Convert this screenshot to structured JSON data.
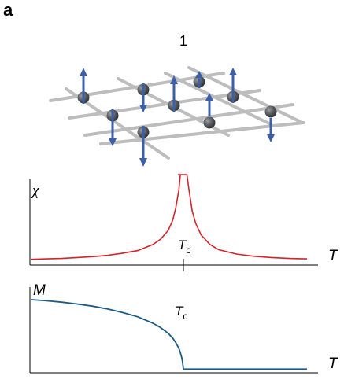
{
  "panel_label": "a",
  "lattice": {
    "label": "1"
  },
  "chart_data": [
    {
      "type": "line",
      "title": "",
      "ylabel": "χ",
      "xlabel": "T",
      "annotation": {
        "main": "T",
        "sub": "c"
      },
      "tick_marks": [
        "Tc"
      ],
      "description_of_curve": "divergent peak at Tc",
      "series": [
        {
          "color": "#d4242b",
          "x": [
            0.0,
            0.1,
            0.2,
            0.3,
            0.4,
            0.5,
            0.6,
            0.7,
            0.8,
            0.85,
            0.9,
            0.93,
            0.95,
            0.97,
            0.98,
            0.99,
            0.995,
            1.0,
            1.005,
            1.01,
            1.02,
            1.03,
            1.05,
            1.07,
            1.1,
            1.15,
            1.2,
            1.3,
            1.4,
            1.5,
            1.6,
            1.7
          ],
          "y": [
            0.03,
            0.035,
            0.04,
            0.05,
            0.06,
            0.075,
            0.1,
            0.13,
            0.2,
            0.26,
            0.36,
            0.48,
            0.62,
            0.82,
            1.0,
            1.0,
            1.0,
            1.0,
            1.0,
            1.0,
            1.0,
            0.85,
            0.58,
            0.44,
            0.31,
            0.2,
            0.14,
            0.09,
            0.065,
            0.05,
            0.04,
            0.035
          ]
        }
      ],
      "xlim": [
        0,
        1.7
      ],
      "ylim": [
        0,
        1
      ],
      "tc_x": 1.0
    },
    {
      "type": "line",
      "title": "",
      "ylabel": "M",
      "xlabel": "T",
      "annotation": {
        "main": "T",
        "sub": "c"
      },
      "series": [
        {
          "color": "#1d5a86",
          "x": [
            0.0,
            0.1,
            0.2,
            0.3,
            0.4,
            0.5,
            0.6,
            0.7,
            0.8,
            0.85,
            0.9,
            0.93,
            0.95,
            0.97,
            0.98,
            0.99,
            0.995,
            1.0,
            1.0,
            1.05,
            1.2,
            1.4,
            1.6,
            1.7
          ],
          "y": [
            1.0,
            0.985,
            0.965,
            0.94,
            0.91,
            0.87,
            0.82,
            0.76,
            0.67,
            0.61,
            0.53,
            0.46,
            0.4,
            0.32,
            0.26,
            0.18,
            0.12,
            0.03,
            0.03,
            0.03,
            0.03,
            0.03,
            0.03,
            0.03
          ]
        }
      ],
      "xlim": [
        0,
        1.7
      ],
      "ylim": [
        0,
        1
      ],
      "tc_x": 1.0
    }
  ],
  "colors": {
    "rod": "#b9b9b9",
    "node": "#555a5e",
    "arrow": "#3d5fa8",
    "susceptibility": "#d4242b",
    "magnetization": "#1d5a86"
  }
}
